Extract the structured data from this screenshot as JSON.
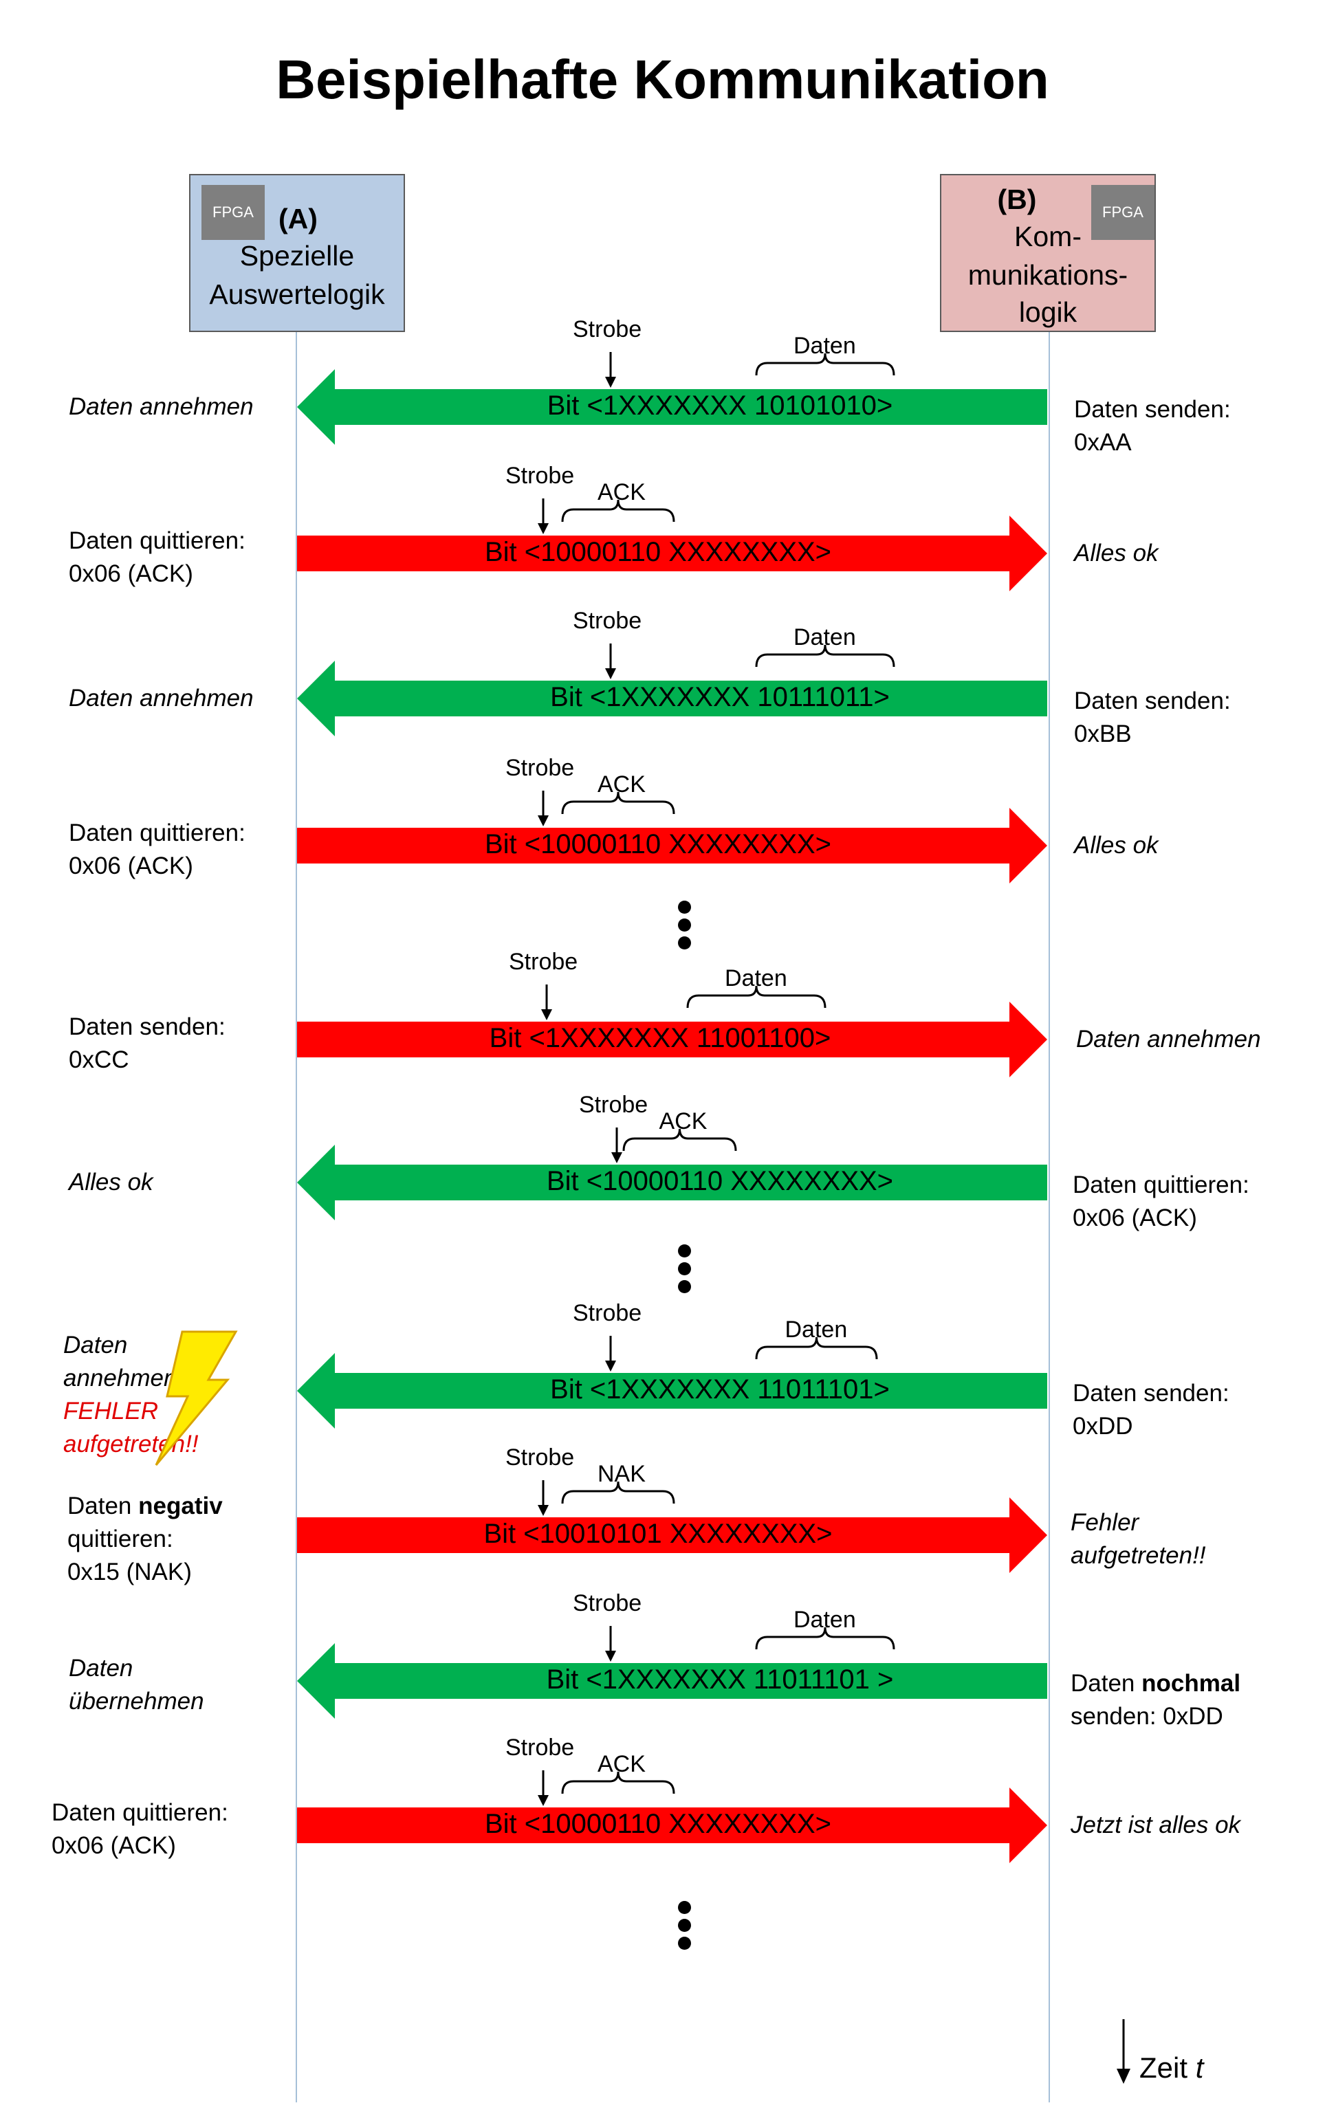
{
  "title": "Beispielhafte Kommunikation",
  "party_a": {
    "chip": "FPGA",
    "id": "(A)",
    "line1": "Spezielle",
    "line2": "Auswertelogik",
    "color": "#b8cce4"
  },
  "party_b": {
    "chip": "FPGA",
    "id": "(B)",
    "line1": "Kom-",
    "line2": "munikations-",
    "line3": "logik",
    "color": "#e6b9b8"
  },
  "colors": {
    "green": "#00b050",
    "red": "#ff0000",
    "lightning": "#ffeb00"
  },
  "labels": {
    "strobe": "Strobe",
    "daten": "Daten",
    "ack": "ACK",
    "nak": "NAK"
  },
  "messages": [
    {
      "text": "Bit <1XXXXXXX 10101010>",
      "direction": "to-A",
      "color": "green",
      "field": "Daten",
      "left": [
        "Daten annehmen"
      ],
      "left_italic": true,
      "right": [
        "Daten senden:",
        "0xAA"
      ],
      "right_italic": false
    },
    {
      "text": "Bit <10000110 XXXXXXXX>",
      "direction": "to-B",
      "color": "red",
      "field": "ACK",
      "left": [
        "Daten quittieren:",
        "0x06 (ACK)"
      ],
      "left_italic": false,
      "right": [
        "Alles ok"
      ],
      "right_italic": true
    },
    {
      "text": "Bit <1XXXXXXX 10111011>",
      "direction": "to-A",
      "color": "green",
      "field": "Daten",
      "left": [
        "Daten annehmen"
      ],
      "left_italic": true,
      "right": [
        "Daten senden:",
        "0xBB"
      ],
      "right_italic": false
    },
    {
      "text": "Bit <10000110 XXXXXXXX>",
      "direction": "to-B",
      "color": "red",
      "field": "ACK",
      "left": [
        "Daten quittieren:",
        "0x06 (ACK)"
      ],
      "left_italic": false,
      "right": [
        "Alles ok"
      ],
      "right_italic": true
    },
    {
      "text": "Bit <1XXXXXXX 11001100>",
      "direction": "to-B",
      "color": "red",
      "field": "Daten",
      "left": [
        "Daten senden:",
        "0xCC"
      ],
      "left_italic": false,
      "right": [
        "Daten annehmen"
      ],
      "right_italic": true
    },
    {
      "text": "Bit <10000110 XXXXXXXX>",
      "direction": "to-A",
      "color": "green",
      "field": "ACK",
      "left": [
        "Alles ok"
      ],
      "left_italic": true,
      "right": [
        "Daten quittieren:",
        "0x06 (ACK)"
      ],
      "right_italic": false
    },
    {
      "text": "Bit <1XXXXXXX 11011101>",
      "direction": "to-A",
      "color": "green",
      "field": "Daten",
      "left": [
        "Daten",
        "annehmen"
      ],
      "left_italic": true,
      "left_error": [
        "FEHLER",
        "aufgetreten!!"
      ],
      "right": [
        "Daten senden:",
        "0xDD"
      ],
      "right_italic": false
    },
    {
      "text": "Bit <10010101 XXXXXXXX>",
      "direction": "to-B",
      "color": "red",
      "field": "NAK",
      "left_rich": [
        [
          "Daten ",
          "negativ"
        ],
        [
          "quittieren:",
          ""
        ],
        [
          "0x15 (NAK)",
          ""
        ]
      ],
      "left_italic": false,
      "right": [
        "Fehler",
        "aufgetreten!!"
      ],
      "right_italic": true
    },
    {
      "text": "Bit <1XXXXXXX 11011101 >",
      "direction": "to-A",
      "color": "green",
      "field": "Daten",
      "left": [
        "Daten",
        "übernehmen"
      ],
      "left_italic": true,
      "right_rich": [
        [
          "Daten ",
          "nochmal"
        ],
        [
          "senden: 0xDD",
          ""
        ]
      ],
      "right_italic": false
    },
    {
      "text": "Bit <10000110 XXXXXXXX>",
      "direction": "to-B",
      "color": "red",
      "field": "ACK",
      "left": [
        "Daten quittieren:",
        "0x06 (ACK)"
      ],
      "left_italic": false,
      "right": [
        "Jetzt ist alles ok"
      ],
      "right_italic": true
    }
  ],
  "zeit": {
    "label": "Zeit ",
    "var": "t"
  }
}
